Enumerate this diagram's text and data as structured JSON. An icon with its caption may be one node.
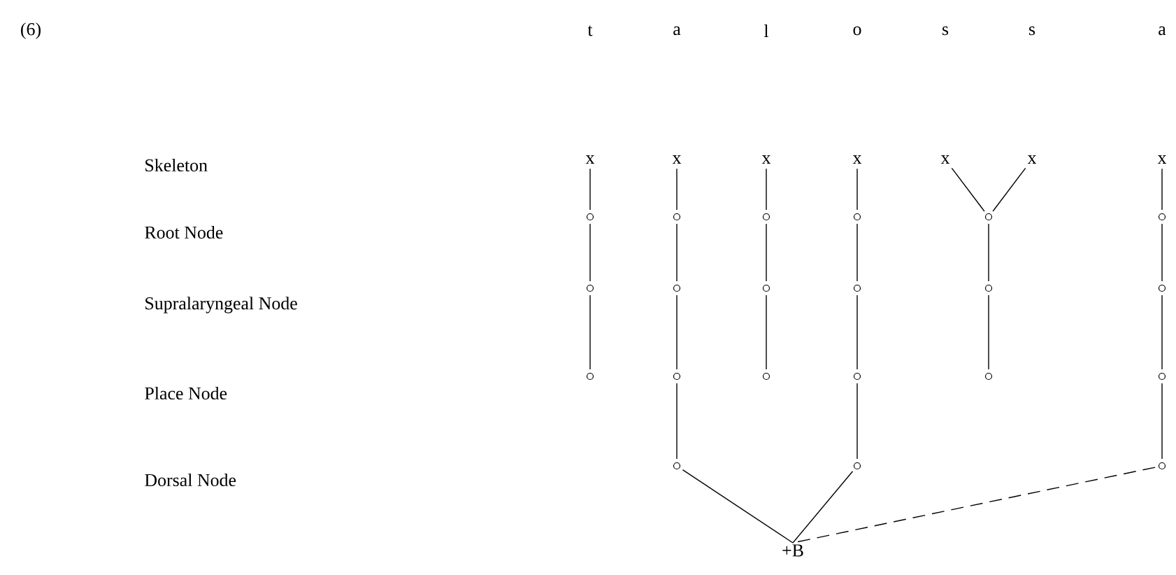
{
  "diagram": {
    "nodes": [
      {
        "text": [
          "x"
        ]
      },
      {
        "text": [
          "x"
        ]
      },
      {
        "text": [
          "x"
        ]
      },
      {
        "text": [
          "x"
        ]
      },
      {
        "text": [
          "x"
        ]
      },
      {
        "text": [
          "x"
        ]
      },
      {
        "text": [
          "x"
        ]
      },
      {
        "text": [],
        "shape": "circle"
      },
      {
        "text": [],
        "shape": "circle"
      },
      {
        "text": [],
        "shape": "circle"
      },
      {
        "text": [],
        "shape": "circle"
      },
      {
        "text": [],
        "shape": "circle"
      },
      {
        "text": [],
        "shape": "circle"
      },
      {
        "text": [],
        "shape": "circle"
      },
      {
        "text": [],
        "shape": "circle"
      },
      {
        "text": [],
        "shape": "circle"
      },
      {
        "text": [],
        "shape": "circle"
      },
      {
        "text": [],
        "shape": "circle"
      },
      {
        "text": [],
        "shape": "circle"
      },
      {
        "text": [],
        "shape": "circle"
      },
      {
        "text": [],
        "shape": "circle"
      },
      {
        "text": [],
        "shape": "circle"
      },
      {
        "text": [],
        "shape": "circle"
      },
      {
        "text": [],
        "shape": "circle"
      },
      {
        "text": [],
        "shape": "circle"
      },
      {
        "text": [],
        "shape": "circle"
      },
      {
        "text": [],
        "shape": "circle"
      },
      {
        "text": [],
        "shape": "circle"
      },
      {
        "text": [
          "+B"
        ]
      }
    ],
    "edges": [
      {
        "from": 0,
        "to": 7,
        "arrow": "none"
      },
      {
        "from": 1,
        "to": 8,
        "arrow": "none"
      },
      {
        "from": 2,
        "to": 9,
        "arrow": "none"
      },
      {
        "from": 3,
        "to": 10,
        "arrow": "none"
      },
      {
        "from": 4,
        "to": 11,
        "arrow": "none"
      },
      {
        "from": 5,
        "to": 11,
        "arrow": "none"
      },
      {
        "from": 6,
        "to": 12,
        "arrow": "none"
      },
      {
        "from": 7,
        "to": 13,
        "arrow": "none"
      },
      {
        "from": 8,
        "to": 14,
        "arrow": "none"
      },
      {
        "from": 9,
        "to": 15,
        "arrow": "none"
      },
      {
        "from": 10,
        "to": 16,
        "arrow": "none"
      },
      {
        "from": 11,
        "to": 17,
        "arrow": "none"
      },
      {
        "from": 12,
        "to": 18,
        "arrow": "none"
      },
      {
        "from": 13,
        "to": 19,
        "arrow": "none"
      },
      {
        "from": 14,
        "to": 20,
        "arrow": "none"
      },
      {
        "from": 15,
        "to": 21,
        "arrow": "none"
      },
      {
        "from": 16,
        "to": 22,
        "arrow": "none"
      },
      {
        "from": 17,
        "to": 23,
        "arrow": "none"
      },
      {
        "from": 18,
        "to": 24,
        "arrow": "none"
      },
      {
        "from": 20,
        "to": 25,
        "arrow": "none"
      },
      {
        "from": 22,
        "to": 26,
        "arrow": "none"
      },
      {
        "from": 24,
        "to": 27,
        "arrow": "none"
      },
      {
        "from": 25,
        "to": 28,
        "arrow": "none"
      },
      {
        "from": 26,
        "to": 28,
        "arrow": "none"
      },
      {
        "from": 27,
        "to": 28,
        "arrow": "none",
        "style": "dashed"
      }
    ],
    "labels": [
      "(6)",
      "t",
      "a",
      "l",
      "o",
      "s",
      "s",
      "a",
      "Skeleton",
      "Root Node",
      "Supralaryngeal Node",
      "Place Node",
      "Dorsal Node"
    ]
  }
}
